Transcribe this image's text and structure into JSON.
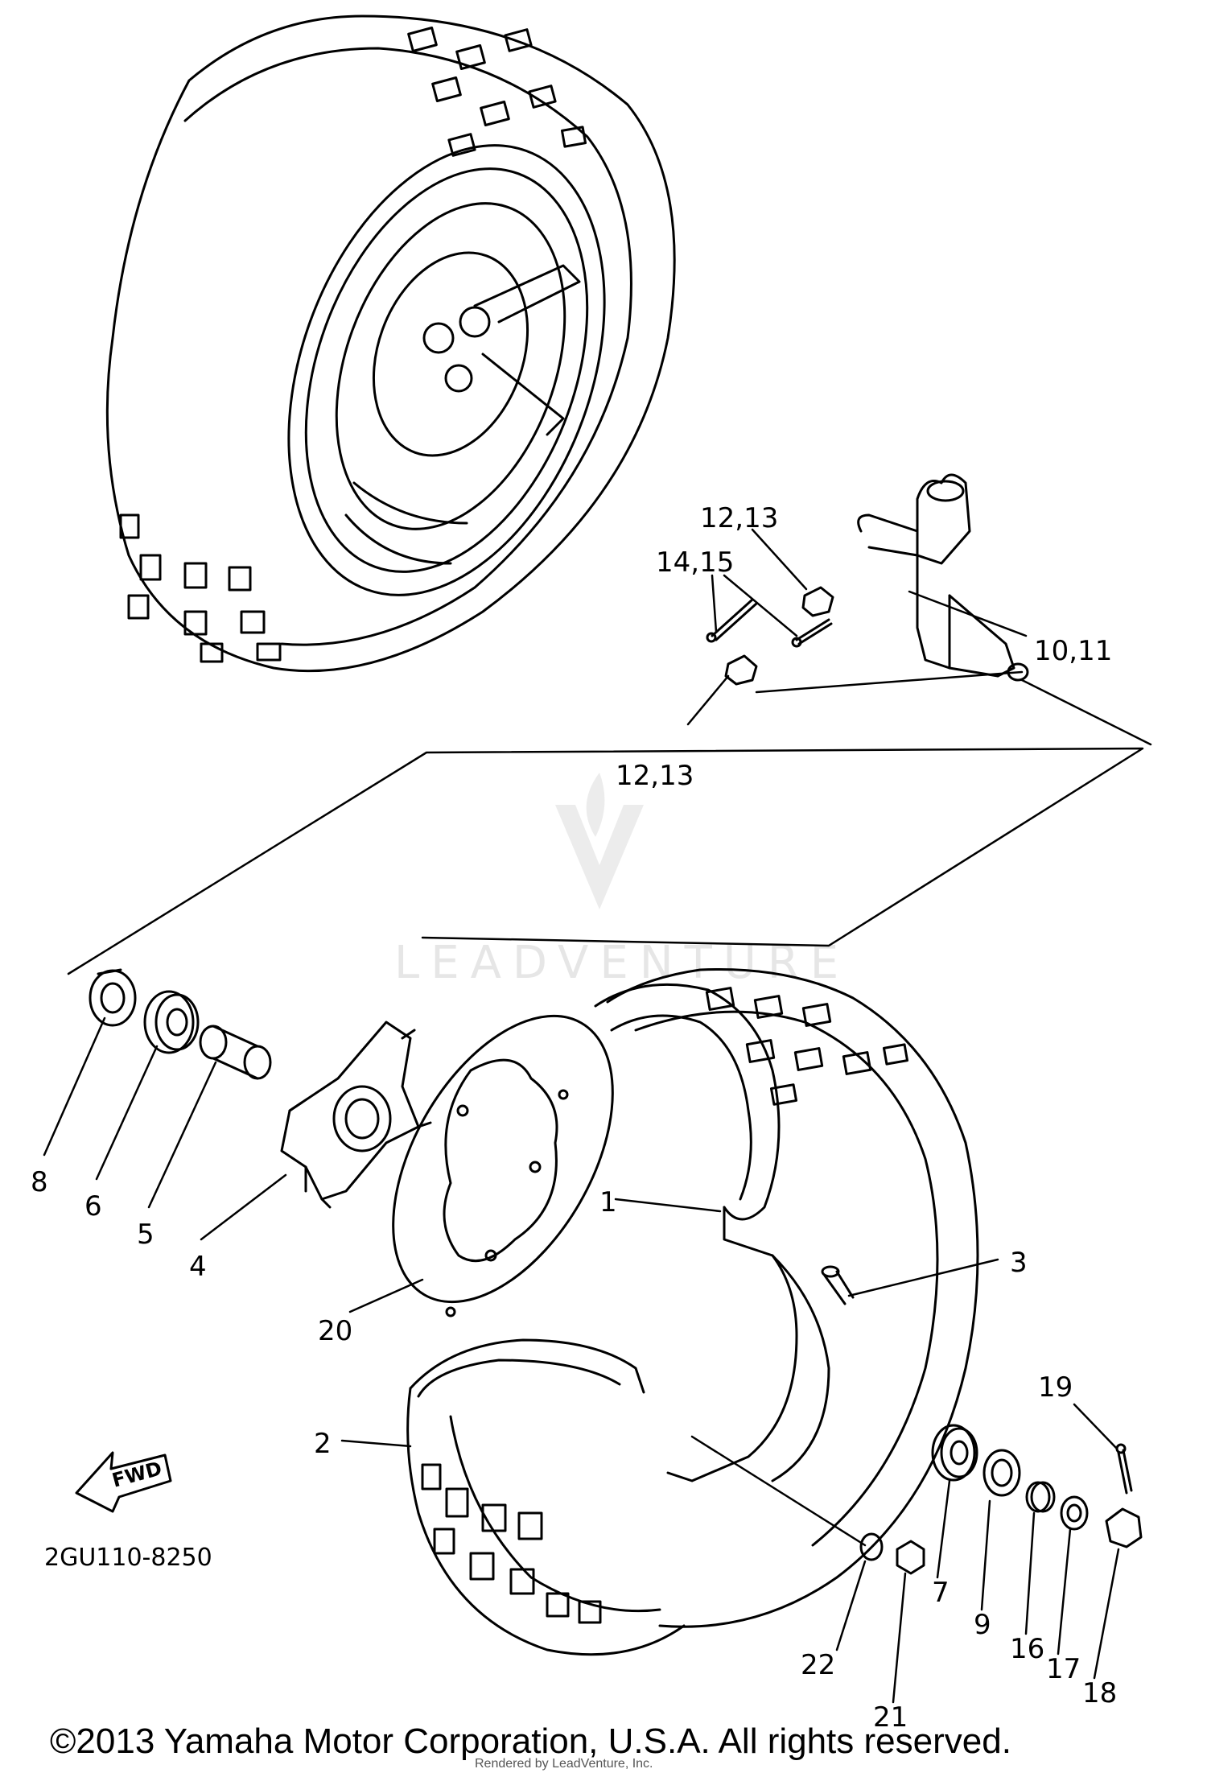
{
  "watermark": {
    "text": "LEADVENTURE"
  },
  "diagram_code": "2GU110-8250",
  "fwd_label": "FWD",
  "copyright": "©2013 Yamaha Motor Corporation, U.S.A. All rights reserved.",
  "footer_small": "Rendered by LeadVenture, Inc.",
  "callouts": {
    "c1": "1",
    "c2": "2",
    "c3": "3",
    "c4": "4",
    "c5": "5",
    "c6": "6",
    "c7": "7",
    "c8": "8",
    "c9": "9",
    "c10_11": "10,11",
    "c12_13_a": "12,13",
    "c12_13_b": "12,13",
    "c14_15": "14,15",
    "c16": "16",
    "c17": "17",
    "c18": "18",
    "c19": "19",
    "c20": "20",
    "c21": "21",
    "c22": "22"
  }
}
